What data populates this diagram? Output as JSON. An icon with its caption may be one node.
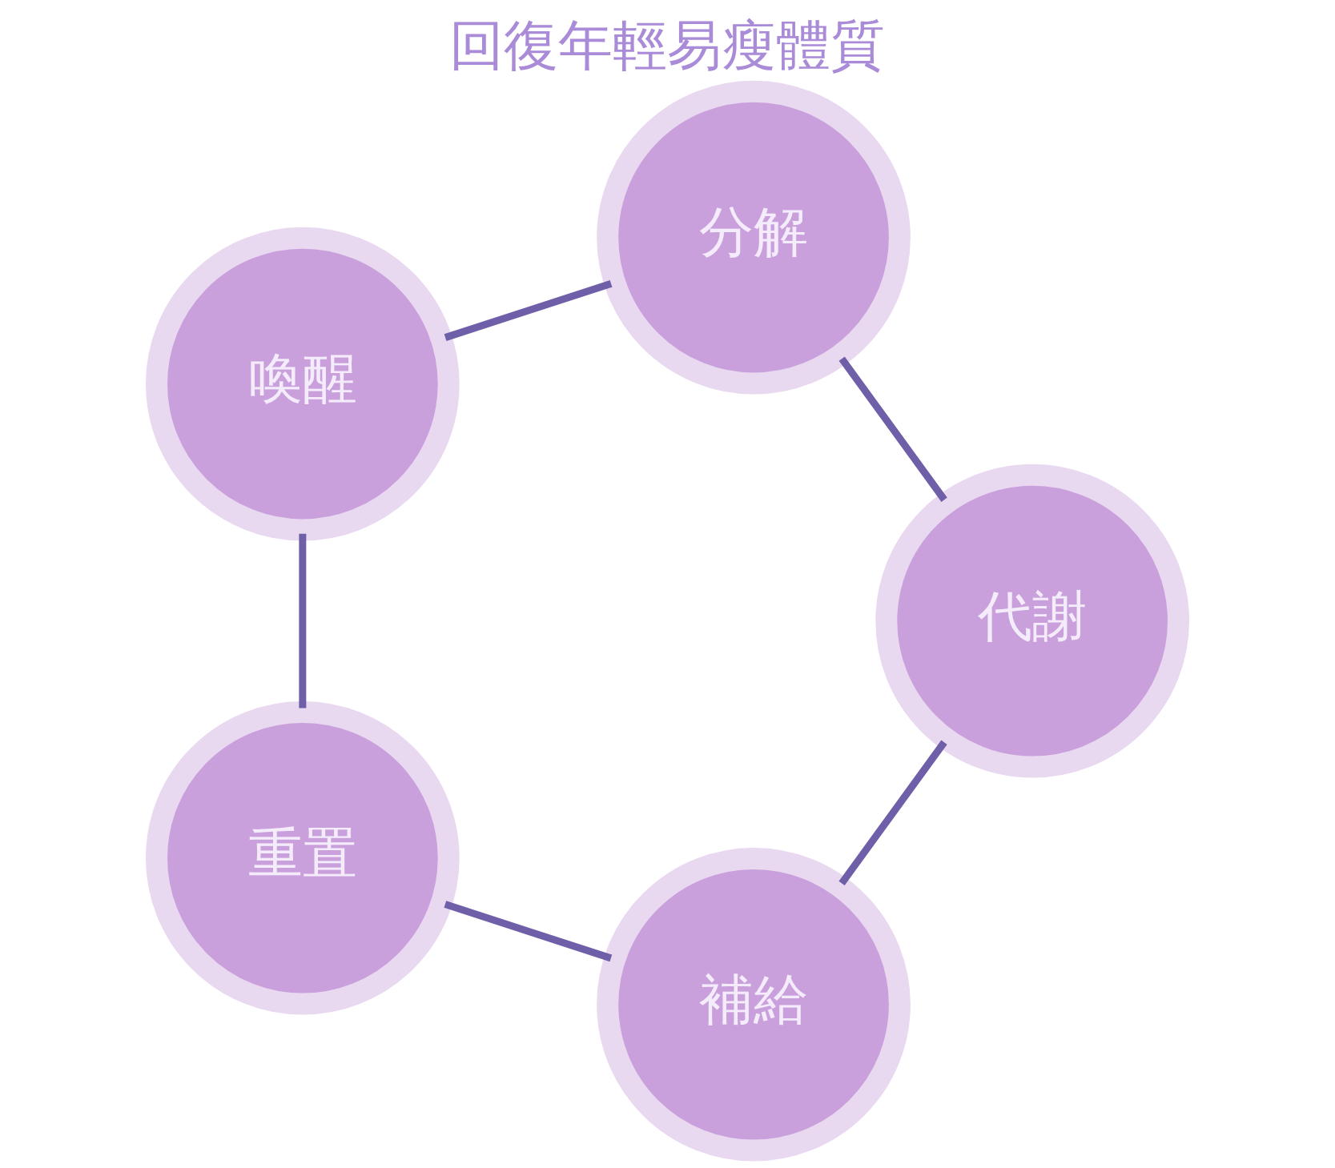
{
  "diagram": {
    "title": "回復年輕易瘦體質",
    "nodes": [
      {
        "text": [
          "補給"
        ]
      },
      {
        "text": [
          "重置"
        ]
      },
      {
        "text": [
          "喚醒"
        ]
      },
      {
        "text": [
          "分解"
        ]
      },
      {
        "text": [
          "代謝"
        ]
      }
    ],
    "edges": [
      {
        "from": 4,
        "to": 0,
        "arrow": "none"
      },
      {
        "from": 0,
        "to": 1,
        "arrow": "none"
      },
      {
        "from": 1,
        "to": 2,
        "arrow": "none"
      },
      {
        "from": 2,
        "to": 3,
        "arrow": "none"
      },
      {
        "from": 3,
        "to": 4,
        "arrow": "none"
      }
    ]
  }
}
